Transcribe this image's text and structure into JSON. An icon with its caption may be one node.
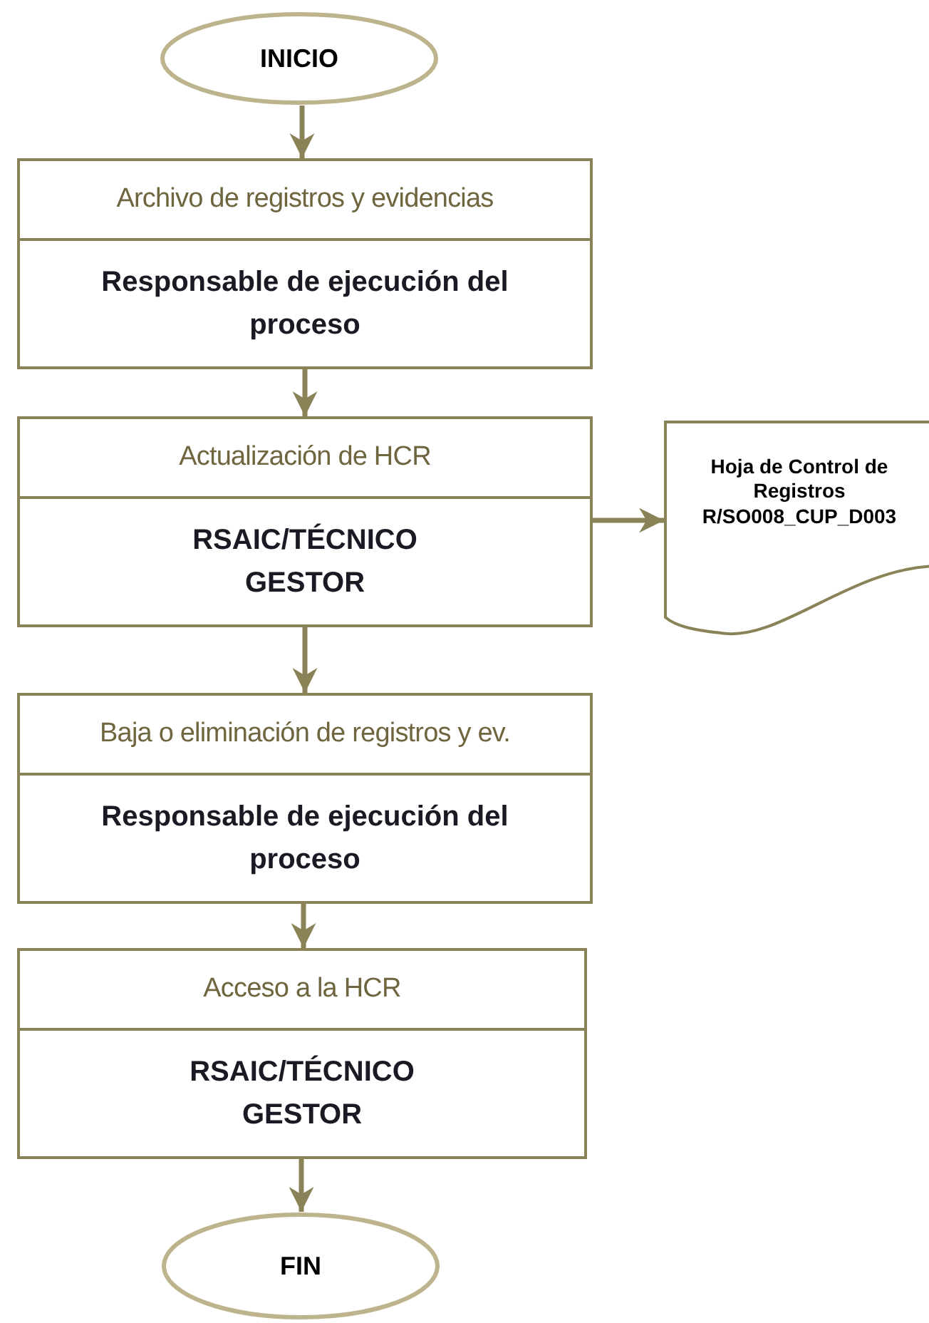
{
  "diagram": {
    "nodes": [
      {
        "text": [
          "INICIO"
        ]
      },
      {
        "text": [
          "Archivo de registros y evidencias",
          "Responsable de ejecución del proceso"
        ]
      },
      {
        "text": [
          "Actualización de HCR",
          "RSAIC/TÉCNICO GESTOR"
        ]
      },
      {
        "text": [
          "Baja o eliminación de registros y ev.",
          "Responsable de ejecución del proceso"
        ]
      },
      {
        "text": [
          "Acceso a la HCR",
          "RSAIC/TÉCNICO GESTOR"
        ]
      },
      {
        "text": [
          "Hoja de Control de Registros R/SO008_CUP_D003"
        ]
      },
      {
        "text": [
          "FIN"
        ]
      }
    ],
    "edges": [
      {
        "from": 0,
        "to": 1,
        "arrow": "to"
      },
      {
        "from": 1,
        "to": 2,
        "arrow": "to"
      },
      {
        "from": 2,
        "to": 5,
        "arrow": "to"
      },
      {
        "from": 2,
        "to": 3,
        "arrow": "to"
      },
      {
        "from": 3,
        "to": 4,
        "arrow": "to"
      },
      {
        "from": 4,
        "to": 6,
        "arrow": "to"
      }
    ]
  }
}
